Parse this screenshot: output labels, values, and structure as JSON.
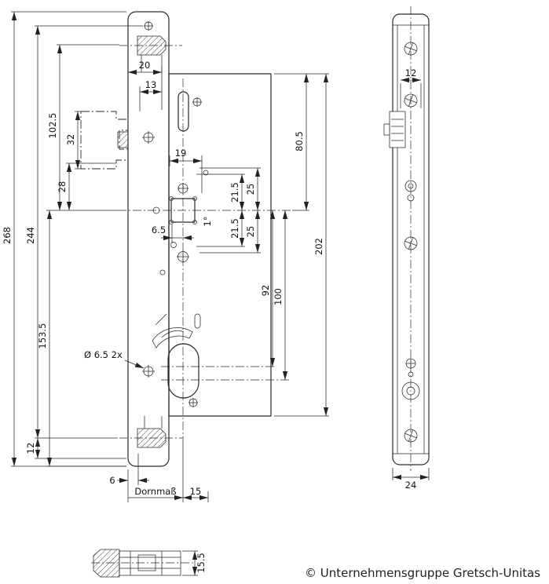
{
  "copyright": "© Unternehmensgruppe Gretsch-Unitas",
  "front_view": {
    "overall_height": "268",
    "screw_spacing": "244",
    "lower_section": "153.5",
    "upper_section": "102.5",
    "keeper_height": "32",
    "dim_28": "28",
    "bottom_offset": "12",
    "plate_offset": "6",
    "top_width": "20",
    "top_width_inner": "13",
    "dim_19": "19",
    "dim_6_5": "6.5",
    "square_upper_21_5": "21.5",
    "square_upper_25": "25",
    "square_lower_21_5": "21.5",
    "square_lower_25": "25",
    "follower_angle": "1°",
    "case_top_to_axis": "80.5",
    "case_height": "202",
    "axis_to_cylinder": "92",
    "axis_to_cylinder_slot": "100",
    "hole_note": "Ø 6.5 2x",
    "backset_label": "Dornmaß",
    "backset_extra": "15"
  },
  "side_view": {
    "latch_width": "12",
    "profile_width": "24"
  },
  "detail_view": {
    "latch_height": "15.5"
  }
}
